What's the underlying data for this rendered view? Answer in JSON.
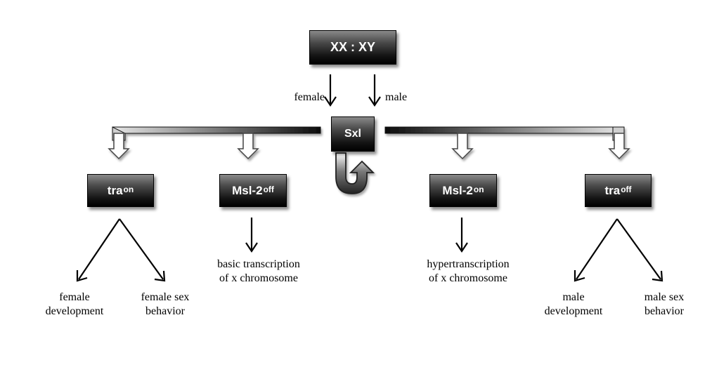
{
  "nodes": {
    "genotype": "XX : XY",
    "sxl": "Sxl",
    "tra_on": {
      "base": "tra",
      "sup": "on"
    },
    "msl2_off": {
      "base": "Msl-2",
      "sup": "off"
    },
    "msl2_on": {
      "base": "Msl-2",
      "sup": "on"
    },
    "tra_off": {
      "base": "tra",
      "sup": "off"
    }
  },
  "labels": {
    "female": "female",
    "male": "male",
    "female_dev_1": "female",
    "female_dev_2": "development",
    "female_sex_1": "female sex",
    "female_sex_2": "behavior",
    "basic_1": "basic transcription",
    "basic_2": "of x chromosome",
    "hyper_1": "hypertranscription",
    "hyper_2": "of x chromosome",
    "male_dev_1": "male",
    "male_dev_2": "development",
    "male_sex_1": "male sex",
    "male_sex_2": "behavior"
  },
  "colors": {
    "box_top": "#8a8a8a",
    "box_bottom": "#000000",
    "bracket_light": "#d8d8d8",
    "bracket_dark": "#1a1a1a"
  }
}
